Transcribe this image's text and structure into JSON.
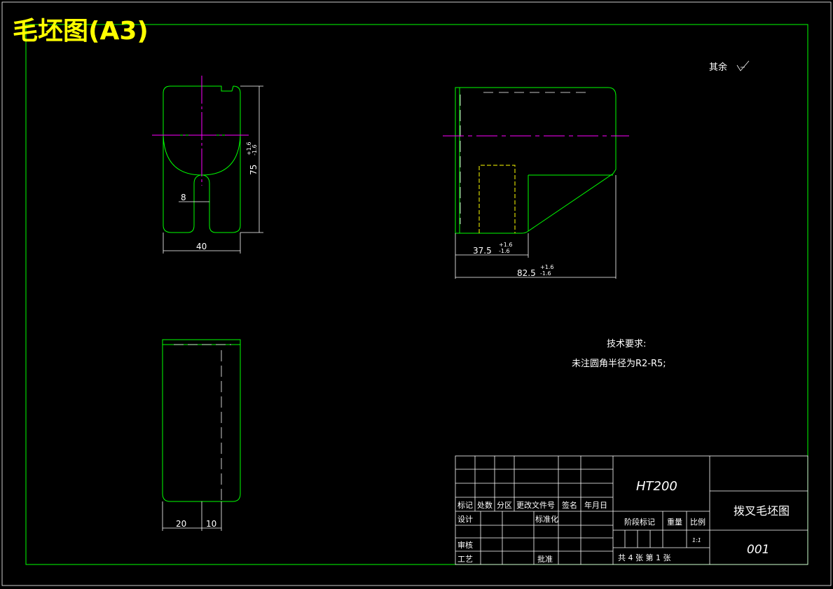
{
  "sheet": {
    "title": "毛坯图(A3)",
    "roughness_note": "其余",
    "roughness_symbol": "roughness-check-symbol"
  },
  "dimensions": {
    "front_height_base": "75",
    "front_height_tol": [
      "+1.6",
      "-1.6"
    ],
    "front_width": "40",
    "front_slot": "8",
    "side_step_base": "37.5",
    "side_step_tol": [
      "+1.6",
      "-1.6"
    ],
    "side_total_base": "82.5",
    "side_total_tol": [
      "+1.6",
      "-1.6"
    ],
    "top_left": "20",
    "top_right": "10"
  },
  "tech_requirements": {
    "heading": "技术要求:",
    "line1": "未注圆角半径为R2-R5;"
  },
  "title_block": {
    "material": "HT200",
    "drawing_name": "拨叉毛坯图",
    "drawing_number": "001",
    "header_row": [
      "标记",
      "处数",
      "分区",
      "更改文件号",
      "签名",
      "年月日"
    ],
    "design": "设计",
    "standardization": "标准化",
    "review": "审核",
    "process": "工艺",
    "approve": "批准",
    "stage_mark": "阶段标记",
    "weight": "重量",
    "scale_label": "比例",
    "scale_value": "1:1",
    "sheets": "共 4 张 第 1 张"
  },
  "colors": {
    "outline": "#00ff00",
    "dimension": "#ffffff",
    "centerline": "#ff00ff",
    "hidden": "#ffff00",
    "title": "#ffff00",
    "background": "#000000"
  }
}
